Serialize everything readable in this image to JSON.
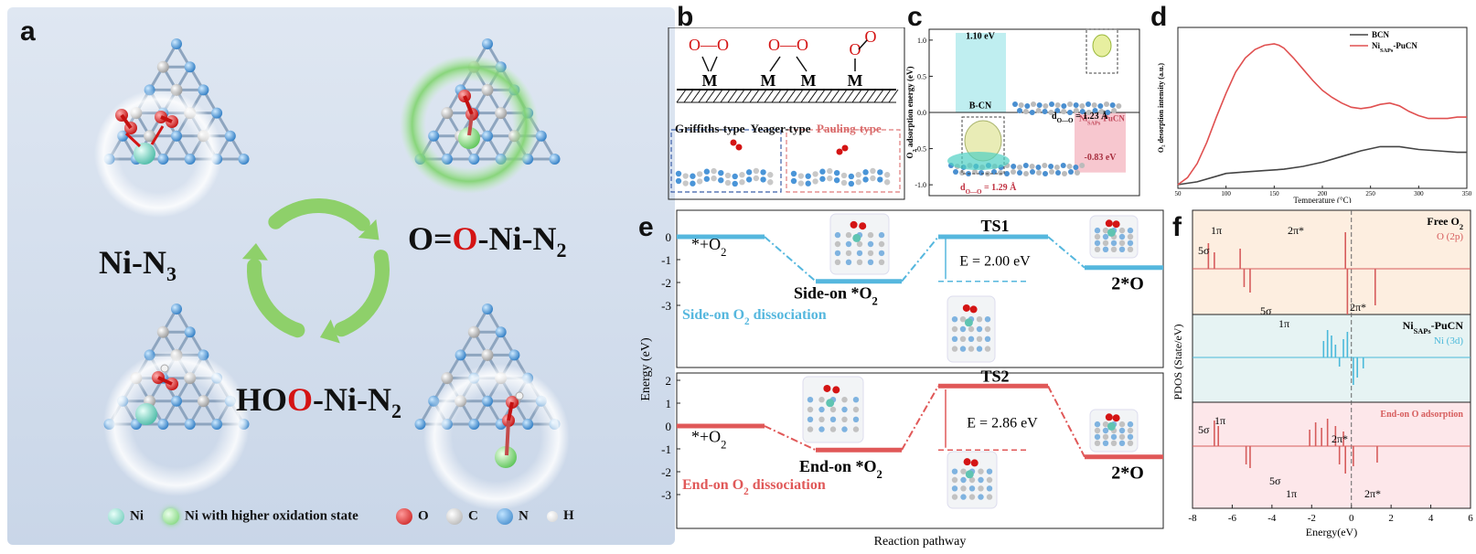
{
  "panel_labels": {
    "a": "a",
    "b": "b",
    "c": "c",
    "d": "d",
    "e": "e",
    "f": "f"
  },
  "panel_a": {
    "label_ni_n3": "Ni-N",
    "label_ni_n3_sub": "3",
    "label_o_o_ni_n2_a": "O=",
    "label_o_o_ni_n2_red": "O",
    "label_o_o_ni_n2_b": "-Ni-N",
    "label_o_o_ni_n2_sub": "2",
    "label_hoo_a": "HO",
    "label_hoo_red": "O",
    "label_hoo_b": "-Ni-N",
    "label_hoo_sub": "2",
    "legend": {
      "ni": "Ni",
      "ni_high": "Ni with higher oxidation state",
      "o": "O",
      "c": "C",
      "n": "N",
      "h": "H"
    },
    "colors": {
      "ni": "#7fd8c8",
      "ni_high": "#8fe08a",
      "o": "#d81e1e",
      "c": "#c9c9c9",
      "n": "#3a8fd6",
      "h": "#f2f2f2"
    }
  },
  "panel_b": {
    "mode_griffiths": "Griffiths-type",
    "mode_yeager": "Yeager-type",
    "mode_pauling": "Pauling-type",
    "oo": "O—O",
    "m": "M",
    "o": "O"
  },
  "panel_c": {
    "ylabel": "O",
    "ylabel_rest": " adsorption energy (eV)",
    "yticks": [
      "1.0",
      "0.5",
      "0.0",
      "-0.5",
      "-1.0"
    ],
    "bcn_value": "1.10 eV",
    "bcn_label": "B-CN",
    "d_top": "d",
    "d_top_sub": "O—O",
    "d_top_val": " = 1.23 Å",
    "d_bot": "d",
    "d_bot_sub": "O—O",
    "d_bot_val": " = 1.29 Å",
    "ni_label": "Ni",
    "ni_label_sub": "SAPs",
    "ni_label_rest": "-PuCN",
    "ni_value": "-0.83 eV"
  },
  "panel_d": {
    "chart_data": {
      "type": "line",
      "xlabel": "Temperature (°C)",
      "ylabel": "O₂ desorption intensity (a.u.)",
      "xlim": [
        50,
        350
      ],
      "xticks": [
        "50",
        "100",
        "150",
        "200",
        "250",
        "300",
        "350"
      ],
      "series": [
        {
          "name": "BCN",
          "color": "#444444",
          "x": [
            50,
            70,
            90,
            100,
            120,
            140,
            160,
            180,
            200,
            220,
            240,
            260,
            280,
            300,
            320,
            340,
            350
          ],
          "y": [
            0.0,
            0.02,
            0.06,
            0.08,
            0.09,
            0.1,
            0.11,
            0.13,
            0.16,
            0.2,
            0.24,
            0.27,
            0.27,
            0.25,
            0.24,
            0.23,
            0.23
          ]
        },
        {
          "name": "Ni_SAPs-PuCN",
          "color": "#e05050",
          "x": [
            50,
            60,
            70,
            80,
            90,
            100,
            110,
            120,
            130,
            140,
            150,
            155,
            160,
            170,
            180,
            190,
            200,
            210,
            220,
            230,
            240,
            250,
            260,
            270,
            280,
            290,
            300,
            310,
            320,
            330,
            340,
            350
          ],
          "y": [
            0.0,
            0.05,
            0.15,
            0.3,
            0.48,
            0.65,
            0.8,
            0.9,
            0.96,
            0.99,
            1.0,
            0.99,
            0.97,
            0.9,
            0.82,
            0.74,
            0.67,
            0.62,
            0.58,
            0.55,
            0.54,
            0.55,
            0.57,
            0.58,
            0.56,
            0.52,
            0.49,
            0.47,
            0.47,
            0.47,
            0.48,
            0.48
          ]
        }
      ]
    },
    "legend_bcn": "BCN",
    "legend_ni": "Ni",
    "legend_ni_sub": "SAPs",
    "legend_ni_rest": "-PuCN"
  },
  "panel_e": {
    "ylabel": "Energy (eV)",
    "xlabel": "Reaction pathway",
    "yticks_top": [
      "0",
      "-1",
      "-2",
      "-3"
    ],
    "yticks_bottom": [
      "2",
      "1",
      "0",
      "-1",
      "-2",
      "-3"
    ],
    "top": {
      "start_label": "*+O",
      "start_sub": "2",
      "inter_label": "Side-on *O",
      "inter_sub": "2",
      "ts_label": "TS1",
      "barrier": "E = 2.00 eV",
      "end_label": "2*O",
      "caption": "Side-on O",
      "caption_sub": "2",
      "caption_rest": " dissociation",
      "color": "#55b7de"
    },
    "bottom": {
      "start_label": "*+O",
      "start_sub": "2",
      "inter_label": "End-on *O",
      "inter_sub": "2",
      "ts_label": "TS2",
      "barrier": "E = 2.86 eV",
      "end_label": "2*O",
      "caption": "End-on O",
      "caption_sub": "2",
      "caption_rest": " dissociation",
      "color": "#e05858"
    }
  },
  "panel_f": {
    "ylabel": "PDOS (State/eV)",
    "xlabel": "Energy(eV)",
    "xticks": [
      "-8",
      "-6",
      "-4",
      "-2",
      "0",
      "2",
      "4",
      "6"
    ],
    "top_title": "Free O",
    "top_title_sub": "2",
    "top_legend": "O (2p)",
    "mid_title": "Ni",
    "mid_title_sub": "SAPs",
    "mid_title_rest": "-PuCN",
    "mid_legend": "Ni (3d)",
    "bot_title": "End-on O adsorption",
    "labels": {
      "s5": "5σ",
      "p1": "1π",
      "p2s": "2π*"
    }
  }
}
